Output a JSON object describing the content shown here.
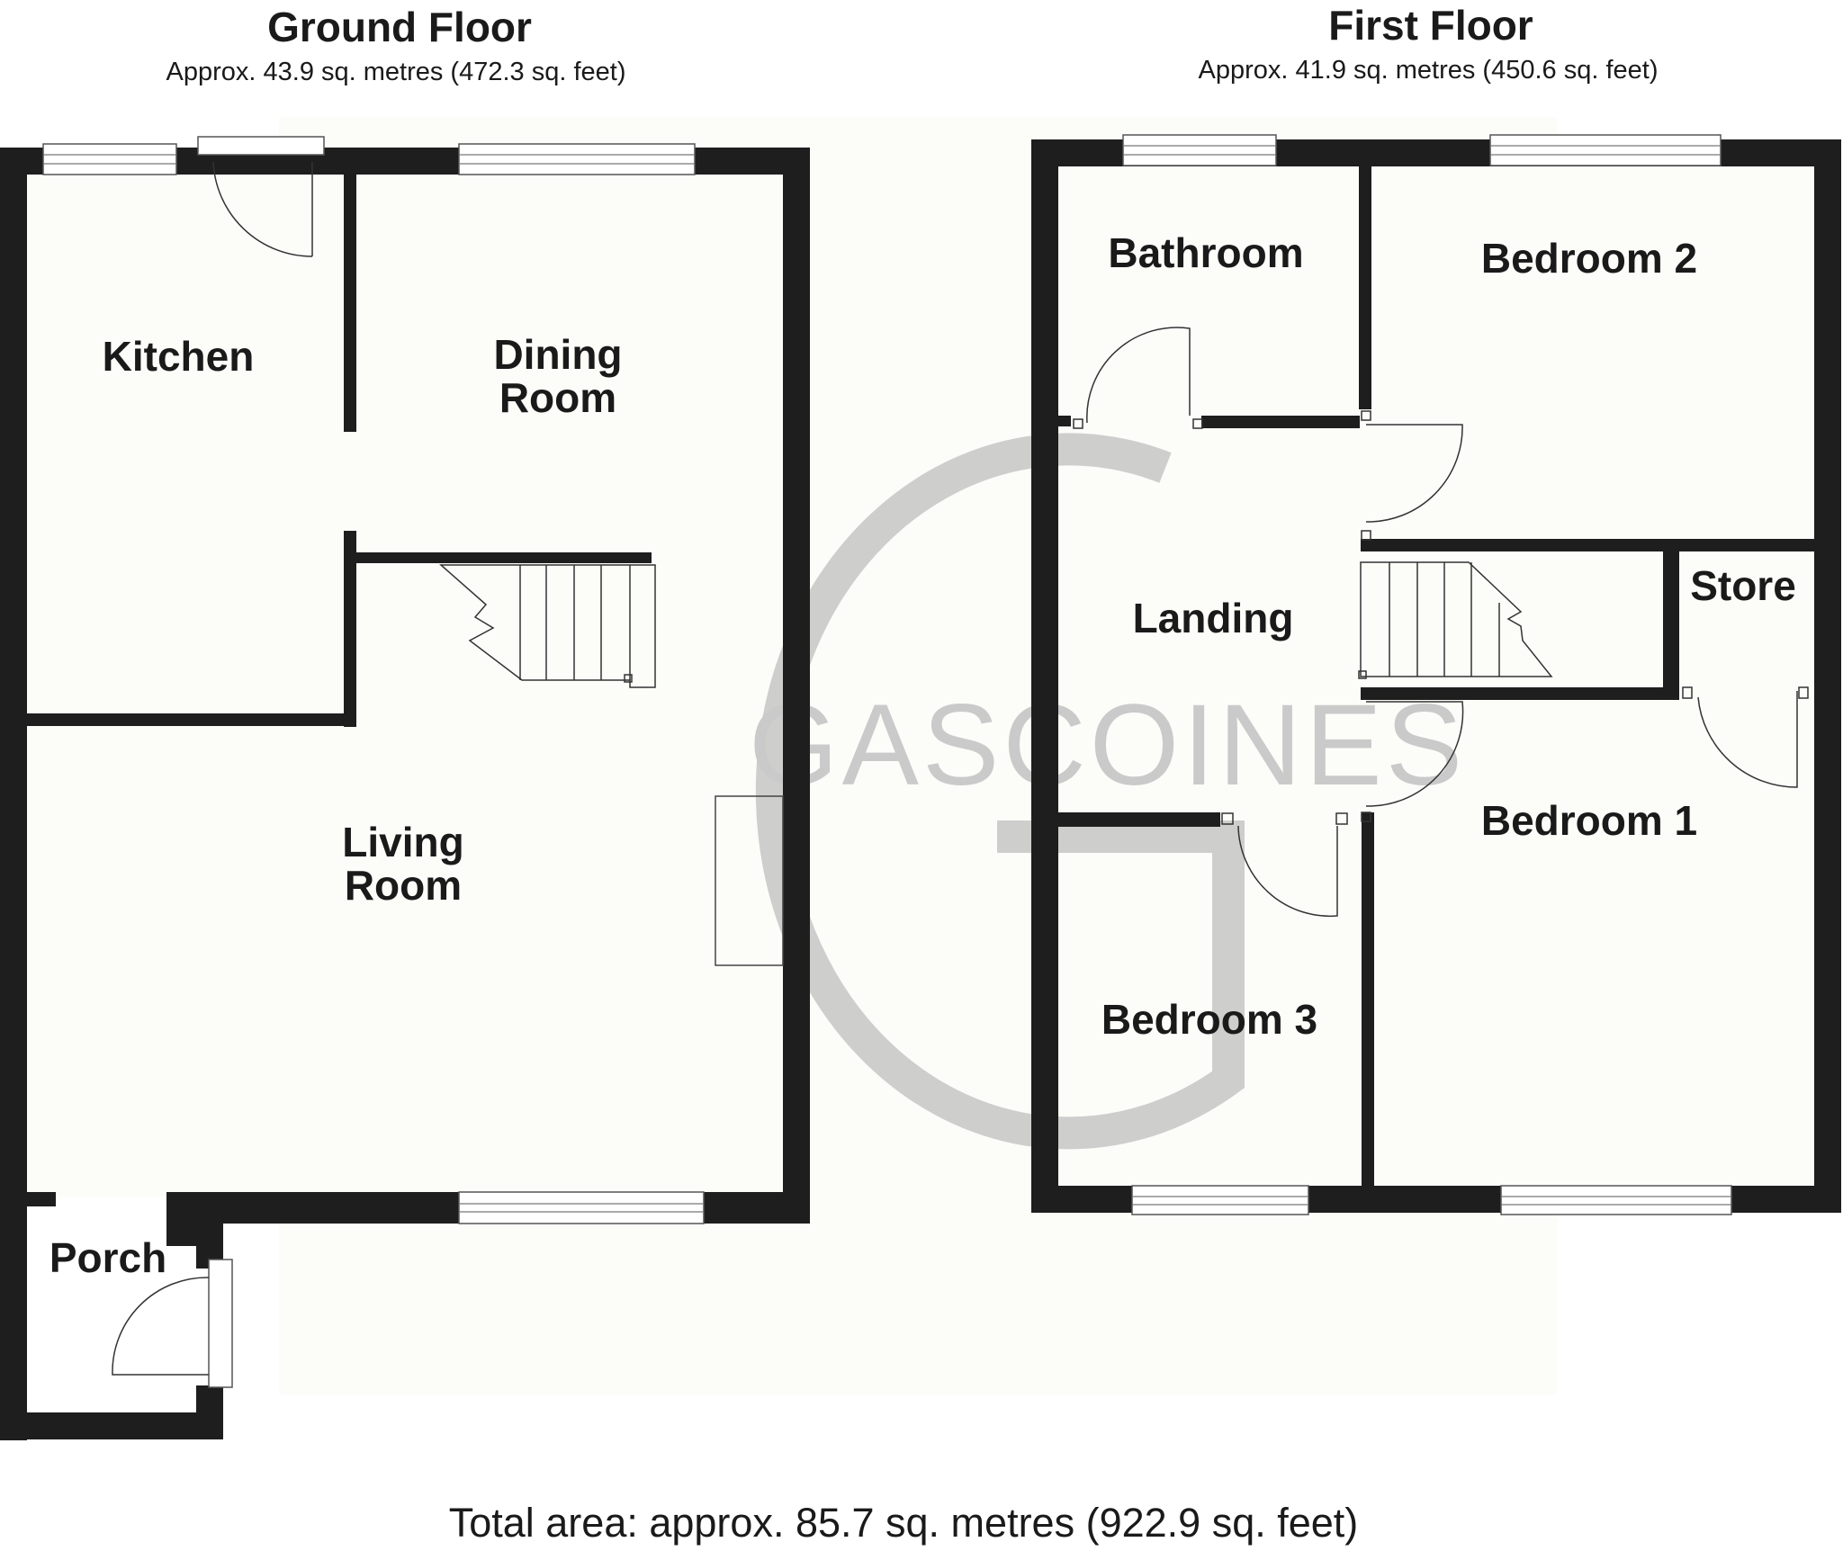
{
  "floors": {
    "ground": {
      "title": "Ground Floor",
      "area": "Approx. 43.9 sq. metres (472.3 sq. feet)",
      "rooms": {
        "kitchen": "Kitchen",
        "dining_1": "Dining",
        "dining_2": "Room",
        "living_1": "Living",
        "living_2": "Room",
        "porch": "Porch"
      }
    },
    "first": {
      "title": "First Floor",
      "area": "Approx. 41.9 sq. metres (450.6 sq. feet)",
      "rooms": {
        "bathroom": "Bathroom",
        "bedroom_2": "Bedroom 2",
        "landing": "Landing",
        "store": "Store",
        "bedroom_1": "Bedroom 1",
        "bedroom_3": "Bedroom 3"
      }
    }
  },
  "total_area": "Total area: approx. 85.7 sq. metres (922.9 sq. feet)",
  "watermark": {
    "text": "GASCOINES",
    "color": "#c2c2c2"
  },
  "colors": {
    "wall": "#1e1e1e",
    "floor_fill": "#fcfcf9"
  }
}
